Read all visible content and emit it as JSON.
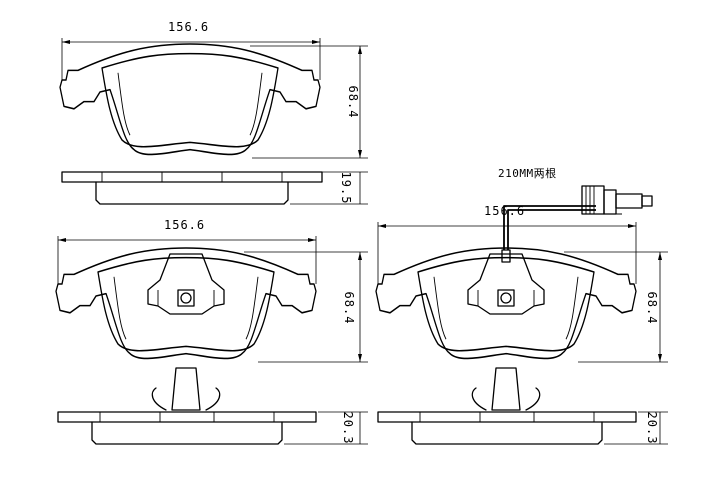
{
  "dimensions": {
    "top_width": "156.6",
    "top_height": "68.4",
    "top_thickness": "19.5",
    "bottom_left_width": "156.6",
    "bottom_left_height": "68.4",
    "bottom_left_thickness": "20.3",
    "bottom_right_width": "156.6",
    "bottom_right_height": "68.4",
    "bottom_right_thickness": "20.3"
  },
  "sensor_note": "210MM两根"
}
